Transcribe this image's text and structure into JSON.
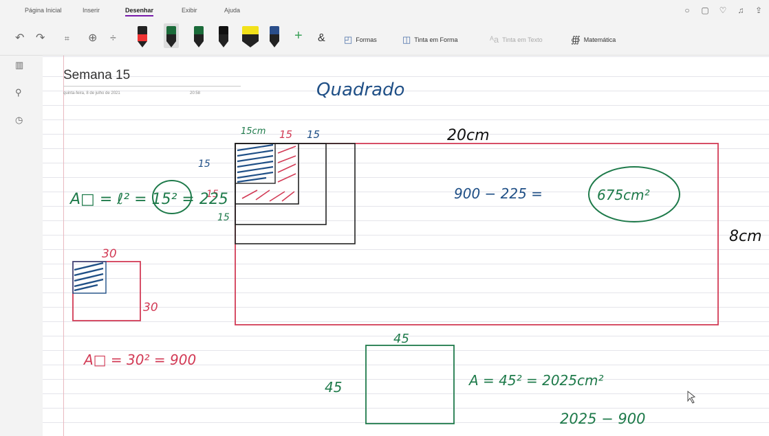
{
  "ribbon": {
    "tabs": [
      {
        "label": "Página Inicial"
      },
      {
        "label": "Inserir"
      },
      {
        "label": "Desenhar"
      },
      {
        "label": "Exibir"
      },
      {
        "label": "Ajuda"
      }
    ],
    "active_tab": "Desenhar",
    "toolbar": {
      "formas": "Formas",
      "tinta_em_forma": "Tinta em Forma",
      "tinta_em_texto": "Tinta em Texto",
      "matematica": "Matemática"
    },
    "pen_colors": [
      "#222222",
      "#1b6b3a",
      "#1b6b3a",
      "#111111",
      "#f2e11a",
      "#2a4e8a"
    ],
    "accent": "#7719aa"
  },
  "page": {
    "title": "Semana 15",
    "date": "quinta-feira, 8 de julho de 2021",
    "time": "20:58"
  },
  "ink": {
    "heading": "Quadrado",
    "big_rect_width": "20cm",
    "big_rect_height": "8cm",
    "labels_top": [
      "15cm",
      "15",
      "15"
    ],
    "labels_left": [
      "15",
      "15",
      "15"
    ],
    "formula_1": "A□ = ℓ² = 15² = 225",
    "formula_1_result": "225",
    "subtraction_1": "900 − 225 =",
    "result_1": "675cm²",
    "small_square_top": "30",
    "small_square_side": "30",
    "formula_2": "A□ = 30² = 900",
    "square_45_top": "45",
    "square_45_left": "45",
    "formula_3": "A = 45² = 2025cm²",
    "subtraction_2": "2025 − 900",
    "colors": {
      "green": "#1e7a4a",
      "blue": "#1f4f86",
      "red": "#d23a55",
      "black": "#222222"
    }
  }
}
